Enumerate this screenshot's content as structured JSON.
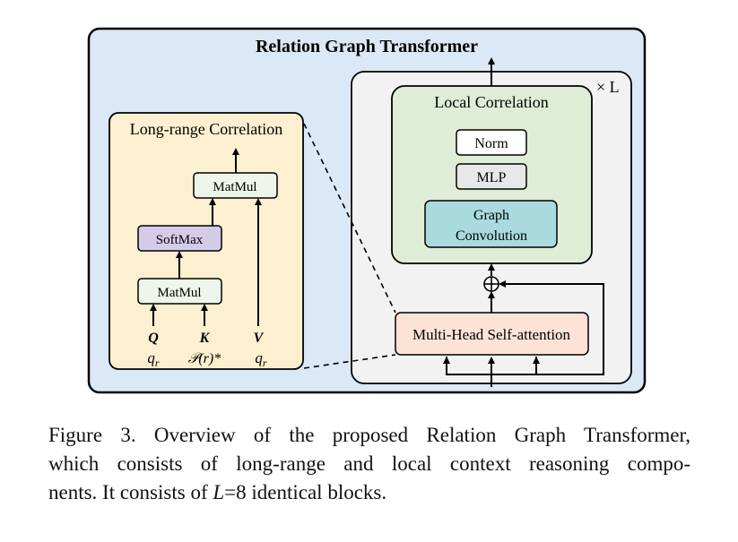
{
  "diagram": {
    "title": "Relation Graph Transformer",
    "repeat_label": "× L",
    "local": {
      "title": "Local Correlation",
      "norm": "Norm",
      "mlp": "MLP",
      "graph_conv_line1": "Graph",
      "graph_conv_line2": "Convolution"
    },
    "attention": "Multi-Head Self-attention",
    "longrange": {
      "title": "Long-range Correlation",
      "matmul_top": "MatMul",
      "softmax": "SoftMax",
      "matmul_bottom": "MatMul",
      "q": "Q",
      "k": "K",
      "v": "V",
      "q_sub": "q",
      "q_sub_r": "r",
      "k_sub": "𝒫(r)*",
      "v_sub": "q",
      "v_sub_r": "r"
    },
    "colors": {
      "outer_fill": "#dbe8f6",
      "block_fill": "#f2f2f2",
      "local_fill": "#dfedd6",
      "longrange_fill": "#fdf0d0",
      "graph_conv_fill": "#a8dade",
      "softmax_fill": "#d4cbe9",
      "attention_fill": "#fce3d6",
      "mlp_fill": "#e8e8e8"
    }
  },
  "caption": {
    "line1": "Figure 3. Overview of the proposed Relation Graph Transformer,",
    "line2": "which consists of long-range and local context reasoning compo-",
    "line3_pre": "nents. It consists of ",
    "line3_var": "L",
    "line3_post": "=8 identical blocks."
  }
}
